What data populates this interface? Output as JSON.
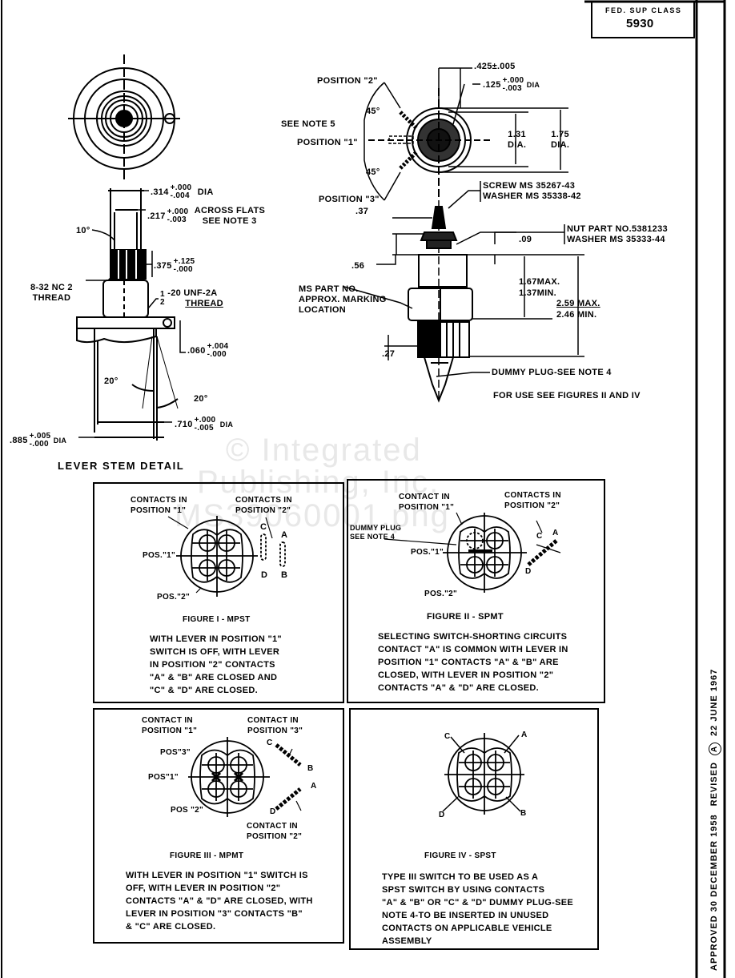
{
  "title_block": {
    "label": "FED. SUP CLASS",
    "value": "5930"
  },
  "watermark": {
    "line1": "© Integrated",
    "line2": "Publishing, Inc.",
    "line3": "MS39060001.png"
  },
  "lever_stem_detail": {
    "title": "LEVER STEM DETAIL",
    "dims": {
      "d314": ".314",
      "d314_plus": "+.000",
      "d314_minus": "-.004",
      "d314_suffix": "DIA",
      "d217": ".217",
      "d217_plus": "+.000",
      "d217_minus": "-.003",
      "d217_suffix": "ACROSS FLATS",
      "d217_note": "SEE NOTE 3",
      "angle10": "10°",
      "d375": ".375",
      "d375_plus": "+.125",
      "d375_minus": "-.000",
      "thread1_a": "8-32 NC 2",
      "thread1_b": "THREAD",
      "thread2_num": "1",
      "thread2_den": "2",
      "thread2_a": "-20 UNF-2A",
      "thread2_b": "THREAD",
      "d060": ".060",
      "d060_plus": "+.004",
      "d060_minus": "-.000",
      "angle20a": "20°",
      "angle20b": "20°",
      "d710": ".710",
      "d710_plus": "+.000",
      "d710_minus": "-.005",
      "d710_suffix": "DIA",
      "d885": ".885",
      "d885_plus": "+.005",
      "d885_minus": "-.000",
      "d885_suffix": "DIA"
    }
  },
  "switch_views": {
    "pos2": "POSITION \"2\"",
    "see_note5": "SEE NOTE 5",
    "pos1": "POSITION \"1\"",
    "pos3": "POSITION \"3\"",
    "a45_top": "45°",
    "a45_bot": "45°",
    "d425": ".425±.005",
    "d125": ".125",
    "d125_plus": "+.000",
    "d125_minus": "-.003",
    "d125_suffix": "DIA",
    "d131": "1.31",
    "d131_sub": "DIA.",
    "d175": "1.75",
    "d175_sub": "DIA.",
    "screw": "SCREW MS 35267-43",
    "washer1": "WASHER MS 35338-42",
    "d37": ".37",
    "nut": "NUT PART NO.5381233",
    "washer2": "WASHER MS 35333-44",
    "d09": ".09",
    "d56": ".56",
    "marking1": "MS PART NO.",
    "marking2": "APPROX. MARKING",
    "marking3": "LOCATION",
    "h1_max": "1.67MAX.",
    "h1_min": "1.37MIN.",
    "h2_max": "2.59 MAX.",
    "h2_min": "2.46 MIN.",
    "d27": ".27",
    "dummy": "DUMMY PLUG-SEE NOTE 4",
    "for_use": "FOR USE SEE FIGURES II AND IV"
  },
  "figures": [
    {
      "id": "I",
      "caption": "FIGURE I - MPST",
      "label_a": "CONTACTS IN\nPOSITION \"1\"",
      "label_b": "CONTACTS IN\nPOSITION \"2\"",
      "pos1": "POS.\"1\"",
      "pos2": "POS.\"2\"",
      "contacts": [
        "C",
        "A",
        "D",
        "B"
      ],
      "text": "WITH LEVER IN POSITION \"1\"\nSWITCH IS OFF, WITH LEVER\nIN POSITION \"2\" CONTACTS\n\"A\" & \"B\" ARE CLOSED AND\n\"C\" & \"D\" ARE CLOSED."
    },
    {
      "id": "II",
      "caption": "FIGURE II - SPMT",
      "label_a": "CONTACT IN\nPOSITION \"1\"",
      "label_b": "CONTACTS IN\nPOSITION \"2\"",
      "dummy": "DUMMY PLUG\nSEE NOTE 4",
      "pos1": "POS.\"1\"",
      "pos2": "POS.\"2\"",
      "contacts": [
        "C",
        "A",
        "D"
      ],
      "text": "SELECTING SWITCH-SHORTING CIRCUITS\nCONTACT \"A\" IS COMMON WITH LEVER IN\nPOSITION \"1\" CONTACTS \"A\" & \"B\" ARE\nCLOSED, WITH LEVER IN POSITION \"2\"\nCONTACTS \"A\" & \"D\" ARE CLOSED."
    },
    {
      "id": "III",
      "caption": "FIGURE III - MPMT",
      "label_a": "CONTACT IN\nPOSITION \"1\"",
      "label_b": "CONTACT IN\nPOSITION \"3\"",
      "label_c": "CONTACT IN\nPOSITION \"2\"",
      "pos1": "POS\"1\"",
      "pos2": "POS \"2\"",
      "pos3": "POS\"3\"",
      "contacts": [
        "C",
        "B",
        "A",
        "D"
      ],
      "text": "WITH LEVER IN POSITION \"1\" SWITCH IS\nOFF, WITH LEVER IN POSITION \"2\"\nCONTACTS \"A\" & \"D\" ARE CLOSED, WITH\nLEVER IN POSITION \"3\" CONTACTS \"B\"\n& \"C\" ARE CLOSED."
    },
    {
      "id": "IV",
      "caption": "FIGURE IV - SPST",
      "contacts": [
        "C",
        "A",
        "D",
        "B"
      ],
      "text": "TYPE III SWITCH TO BE USED AS A\nSPST SWITCH BY USING CONTACTS\n\"A\" & \"B\" OR \"C\" & \"D\" DUMMY PLUG-SEE\nNOTE 4-TO BE INSERTED IN UNUSED\nCONTACTS ON APPLICABLE VEHICLE\nASSEMBLY"
    }
  ],
  "margin_note": {
    "approved": "APPROVED 30 DECEMBER 1958",
    "revised": "REVISED",
    "rev_letter": "A",
    "date": "22 JUNE 1967"
  }
}
